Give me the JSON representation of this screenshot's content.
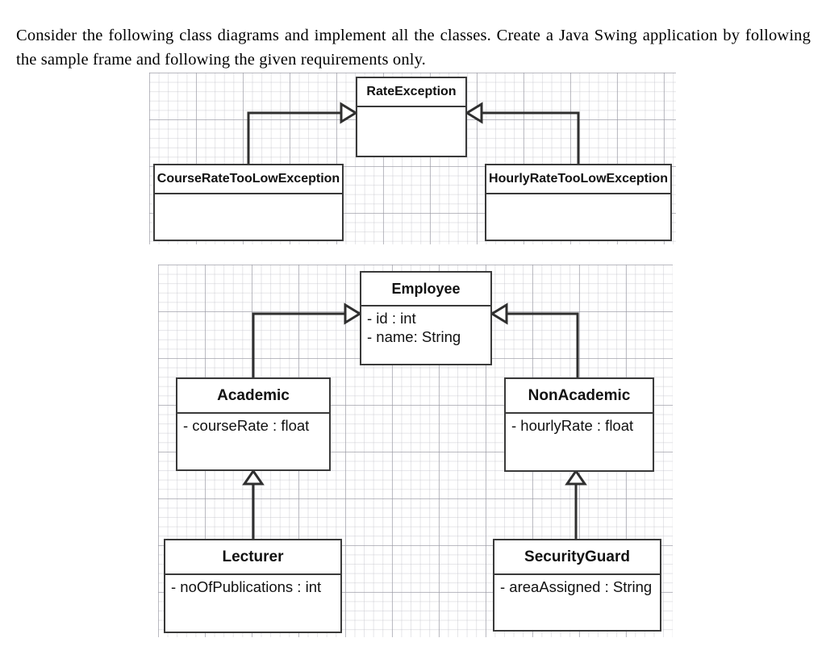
{
  "prompt": {
    "text": "Consider the following class diagrams and implement all the classes. Create a Java Swing application by following the sample frame and following the given requirements only."
  },
  "diagram_exception": {
    "name": "exception-hierarchy-diagram",
    "classes": {
      "base": {
        "name": "RateException",
        "attributes": []
      },
      "left": {
        "name": "CourseRateTooLowException",
        "attributes": []
      },
      "right": {
        "name": "HourlyRateTooLowException",
        "attributes": []
      }
    },
    "relations": [
      {
        "type": "generalization",
        "from": "CourseRateTooLowException",
        "to": "RateException"
      },
      {
        "type": "generalization",
        "from": "HourlyRateTooLowException",
        "to": "RateException"
      }
    ]
  },
  "diagram_employee": {
    "name": "employee-hierarchy-diagram",
    "classes": {
      "employee": {
        "name": "Employee",
        "attributes": [
          "- id : int",
          "- name: String"
        ]
      },
      "academic": {
        "name": "Academic",
        "attributes": [
          "- courseRate : float"
        ]
      },
      "nonacademic": {
        "name": "NonAcademic",
        "attributes": [
          "- hourlyRate : float"
        ]
      },
      "lecturer": {
        "name": "Lecturer",
        "attributes": [
          "- noOfPublications : int"
        ]
      },
      "securityguard": {
        "name": "SecurityGuard",
        "attributes": [
          "- areaAssigned : String"
        ]
      }
    },
    "relations": [
      {
        "type": "generalization",
        "from": "Academic",
        "to": "Employee"
      },
      {
        "type": "generalization",
        "from": "NonAcademic",
        "to": "Employee"
      },
      {
        "type": "generalization",
        "from": "Lecturer",
        "to": "Academic"
      },
      {
        "type": "generalization",
        "from": "SecurityGuard",
        "to": "NonAcademic"
      }
    ]
  },
  "style": {
    "box_border_color": "#3a3a3a",
    "connector_color": "#2f2f2f",
    "canvas_color": "#ffffff",
    "grid_major_color": "#96969f",
    "grid_minor_color": "#bebec6"
  }
}
